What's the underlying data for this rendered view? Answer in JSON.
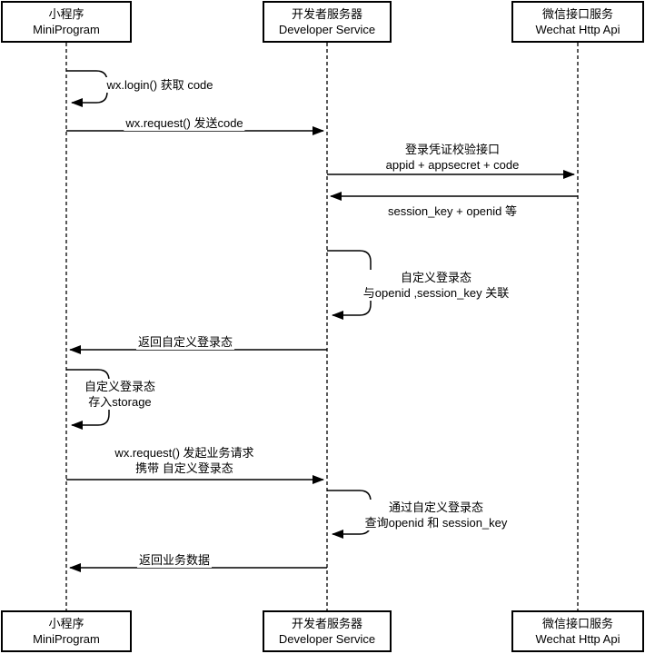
{
  "page": {
    "background_color": "#ffffff",
    "line_color": "#000000",
    "text_color": "#000000"
  },
  "participants": [
    {
      "name_cn": "小程序",
      "name_en": "MiniProgram"
    },
    {
      "name_cn": "开发者服务器",
      "name_en": "Developer Service"
    },
    {
      "name_cn": "微信接口服务",
      "name_en": "Wechat Http Api"
    }
  ],
  "messages": [
    {
      "kind": "self",
      "from": "MiniProgram",
      "line1": "wx.login() 获取 code"
    },
    {
      "kind": "arrow",
      "from": "MiniProgram",
      "to": "Developer Service",
      "line1": "wx.request() 发送code"
    },
    {
      "kind": "arrow",
      "from": "Developer Service",
      "to": "Wechat Http Api",
      "line1": "登录凭证校验接口",
      "line2": "appid + appsecret + code"
    },
    {
      "kind": "arrow",
      "from": "Wechat Http Api",
      "to": "Developer Service",
      "line1": "session_key + openid 等"
    },
    {
      "kind": "self",
      "from": "Developer Service",
      "line1": "自定义登录态",
      "line2": "与openid ,session_key 关联"
    },
    {
      "kind": "arrow",
      "from": "Developer Service",
      "to": "MiniProgram",
      "line1": "返回自定义登录态"
    },
    {
      "kind": "self",
      "from": "MiniProgram",
      "line1": "自定义登录态",
      "line2": "存入storage"
    },
    {
      "kind": "arrow",
      "from": "MiniProgram",
      "to": "Developer Service",
      "line1": "wx.request() 发起业务请求",
      "line2": "携带 自定义登录态"
    },
    {
      "kind": "self",
      "from": "Developer Service",
      "line1": "通过自定义登录态",
      "line2": "查询openid 和 session_key"
    },
    {
      "kind": "arrow",
      "from": "Developer Service",
      "to": "MiniProgram",
      "line1": "返回业务数据"
    }
  ]
}
